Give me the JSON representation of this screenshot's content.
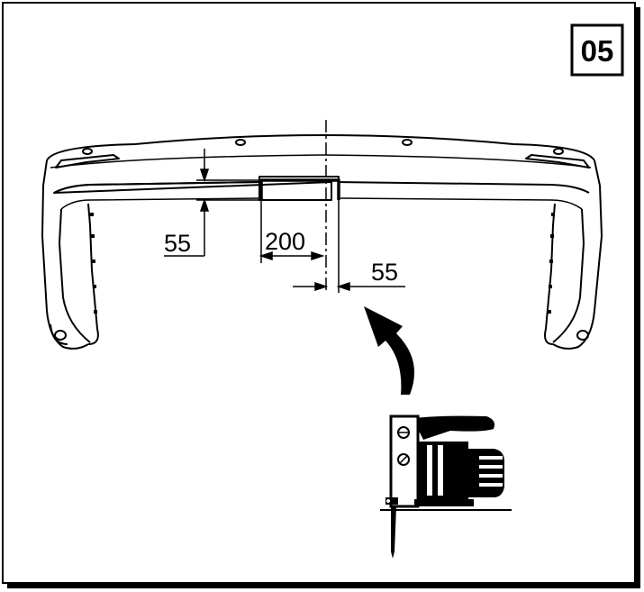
{
  "step": {
    "number": "05"
  },
  "dimensions": {
    "vertical_offset": "55",
    "cut_width": "200",
    "center_offset": "55"
  },
  "tool": {
    "icon": "jigsaw-icon"
  },
  "colors": {
    "line": "#000000",
    "background": "#ffffff"
  }
}
